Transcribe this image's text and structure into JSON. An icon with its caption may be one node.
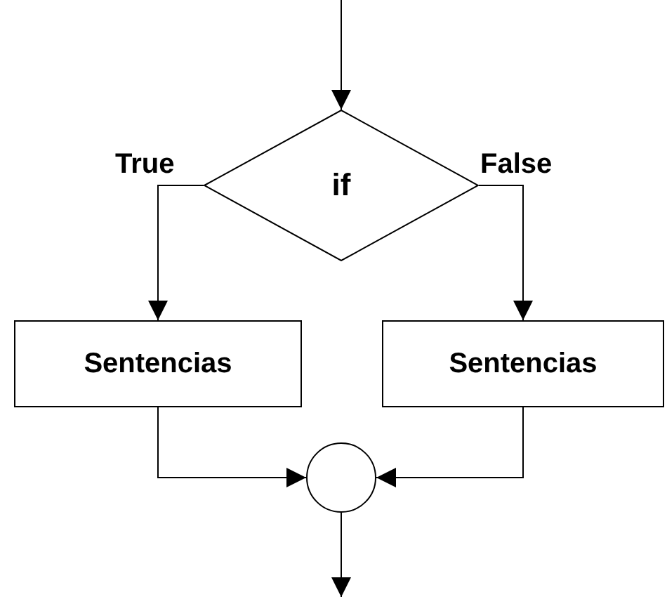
{
  "diagram": {
    "nodes": [
      {
        "text": [
          "if"
        ]
      },
      {
        "text": [
          "Sentencias"
        ]
      },
      {
        "text": [
          "Sentencias"
        ]
      },
      {
        "text": [],
        "shape": "circle"
      }
    ],
    "edges": [
      {
        "from": null,
        "to": 0,
        "arrow": "to"
      },
      {
        "from": 0,
        "to": 1,
        "label": "True",
        "arrow": "to"
      },
      {
        "from": 0,
        "to": 2,
        "label": "False",
        "arrow": "to"
      },
      {
        "from": 1,
        "to": 3,
        "arrow": "to"
      },
      {
        "from": 2,
        "to": 3,
        "arrow": "to"
      },
      {
        "from": 3,
        "to": null,
        "arrow": "to"
      }
    ]
  }
}
